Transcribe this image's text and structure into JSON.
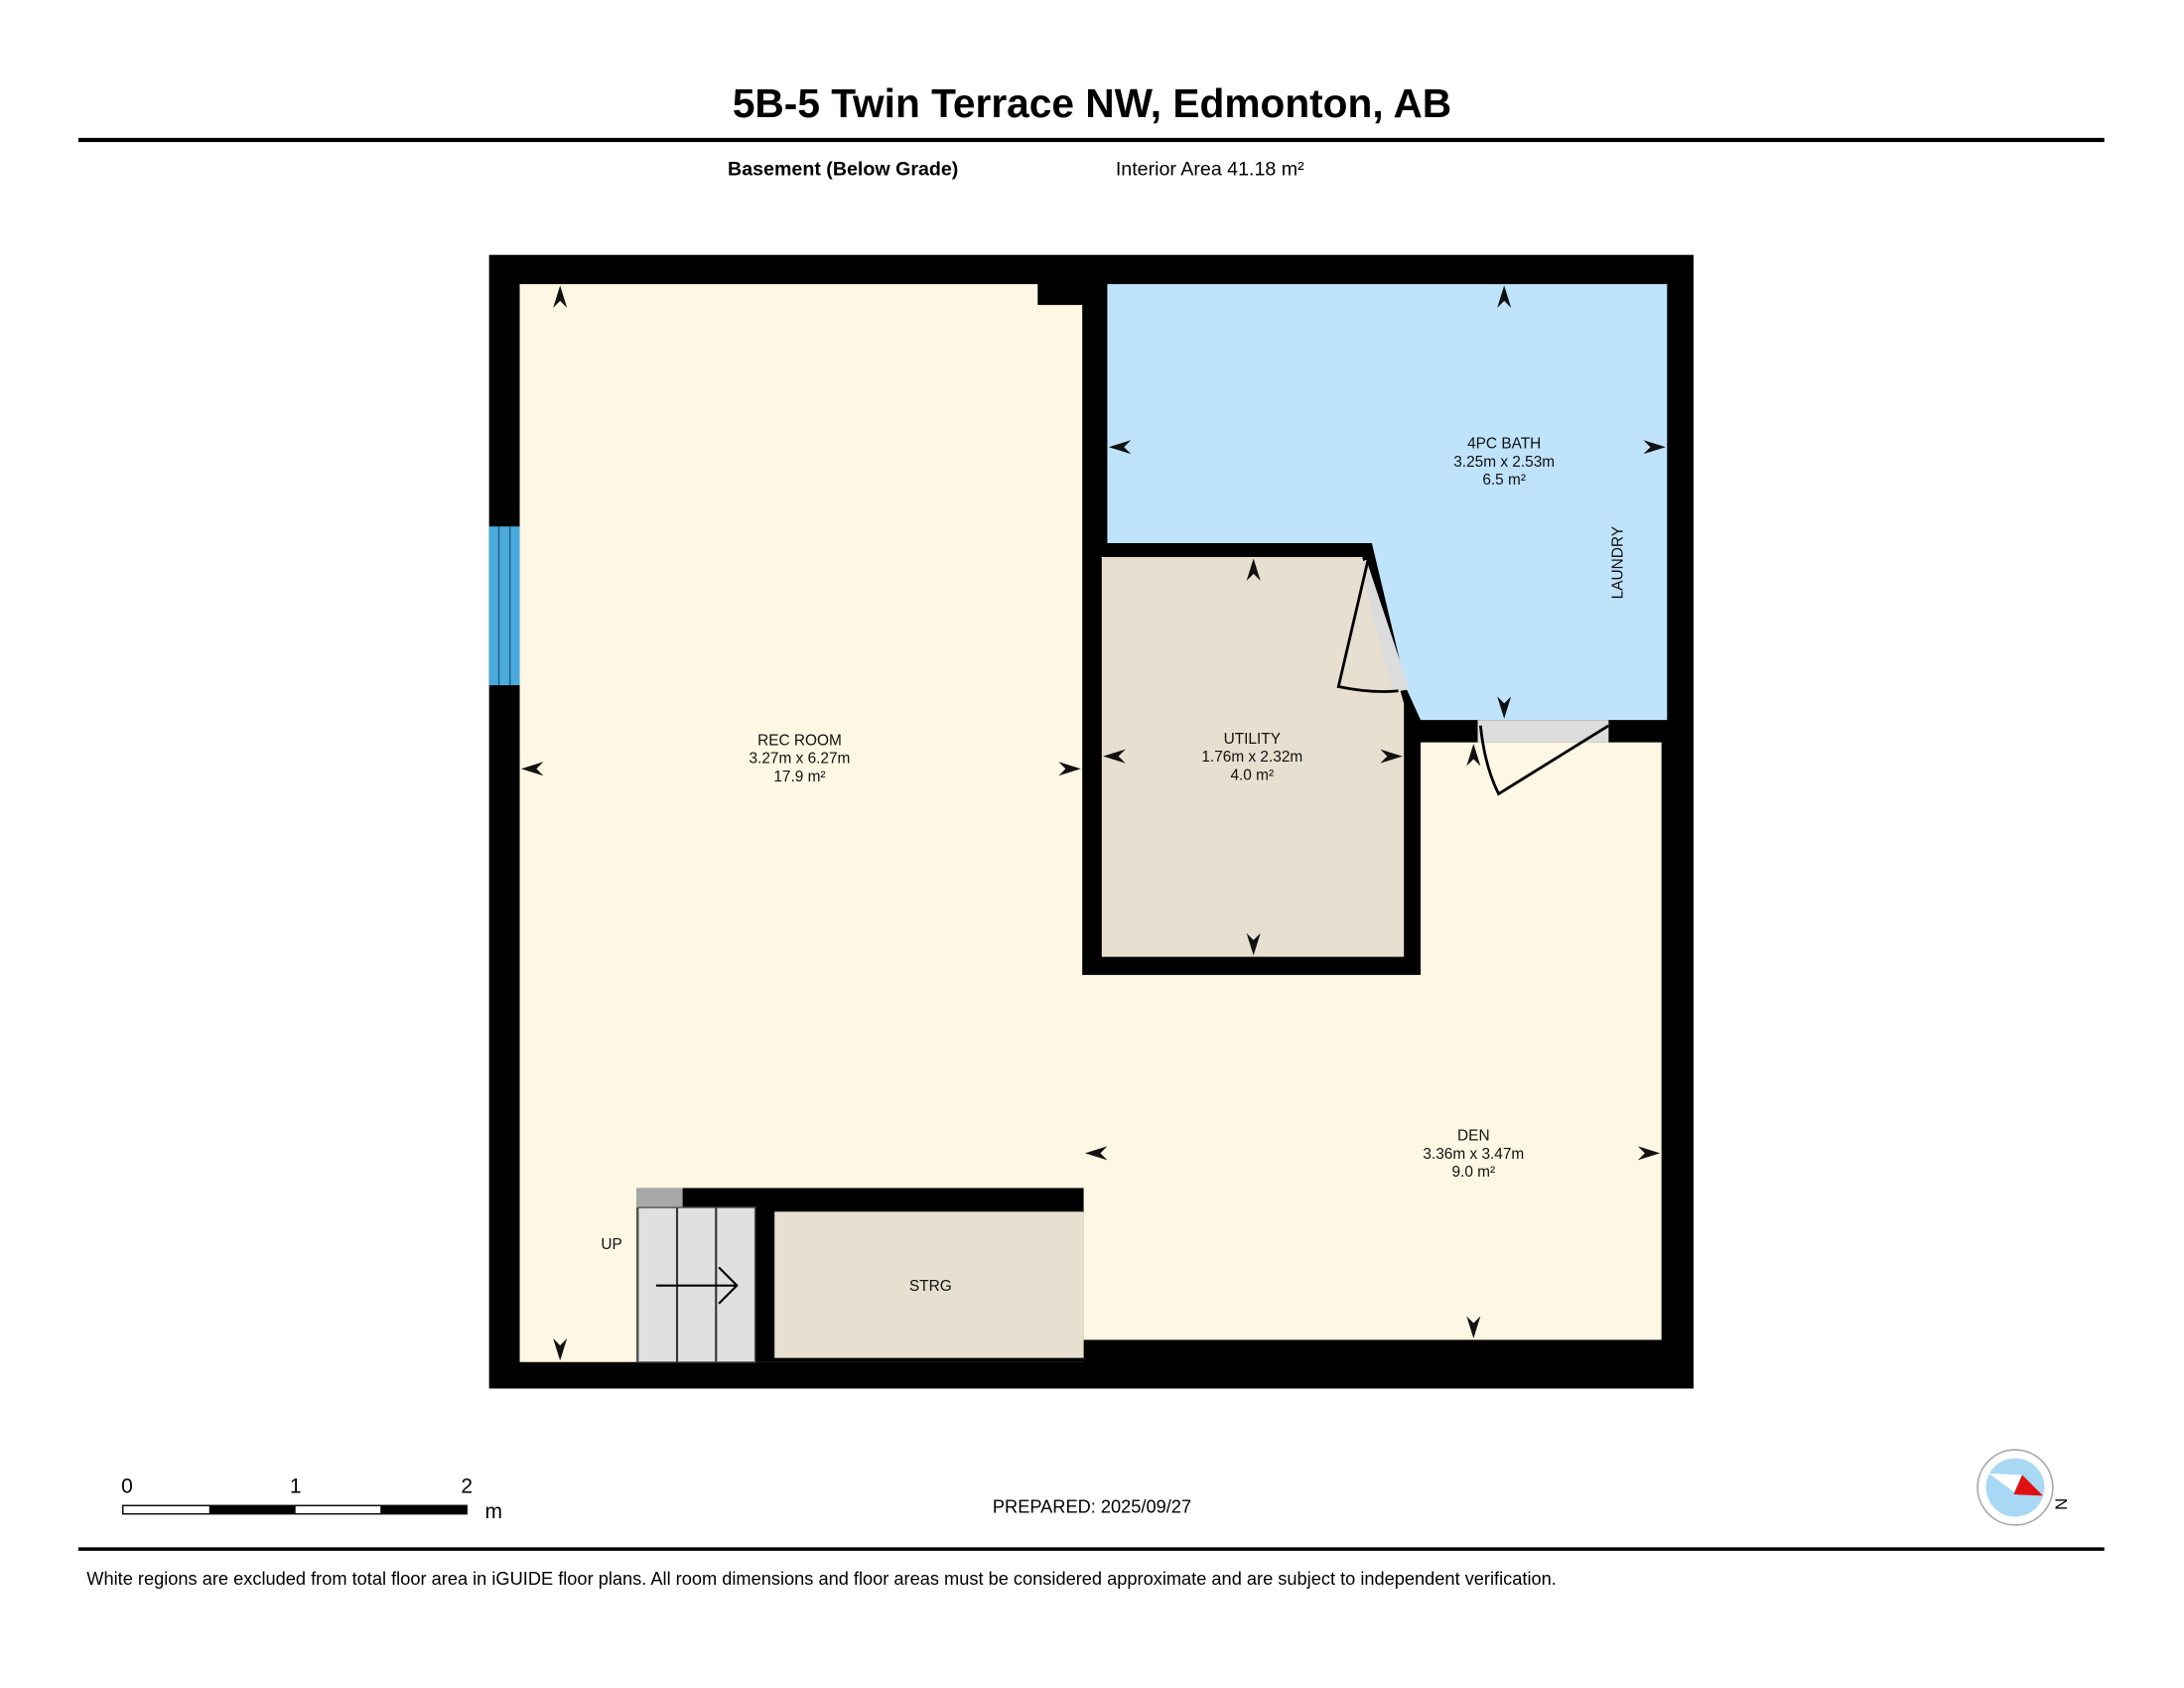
{
  "header": {
    "title": "5B-5 Twin Terrace NW, Edmonton, AB",
    "floor_name": "Basement (Below Grade)",
    "interior_area": "Interior Area 41.18 m²"
  },
  "rooms": [
    {
      "name": "REC ROOM",
      "dims": "3.27m x 6.27m",
      "area": "17.9 m²"
    },
    {
      "name": "4PC BATH",
      "dims": "3.25m x 2.53m",
      "area": "6.5 m²"
    },
    {
      "name": "UTILITY",
      "dims": "1.76m x 2.32m",
      "area": "4.0 m²"
    },
    {
      "name": "DEN",
      "dims": "3.36m x 3.47m",
      "area": "9.0 m²"
    }
  ],
  "labels": {
    "laundry": "LAUNDRY",
    "storage": "STRG",
    "stairs": "UP"
  },
  "scale_bar": {
    "ticks": [
      "0",
      "1",
      "2"
    ],
    "unit": "m"
  },
  "prepared": "PREPARED: 2025/09/27",
  "compass": {
    "label": "N"
  },
  "footer": "White regions are excluded from total floor area in iGUIDE floor plans. All room dimensions and floor areas must be considered approximate and are subject to independent verification.",
  "colors": {
    "wall": "#000000",
    "living": "#fdf7e3",
    "bath": "#bfe3fb",
    "utility": "#e7dfd0",
    "window": "#4aa8dc",
    "door": "#dcdcdc"
  }
}
